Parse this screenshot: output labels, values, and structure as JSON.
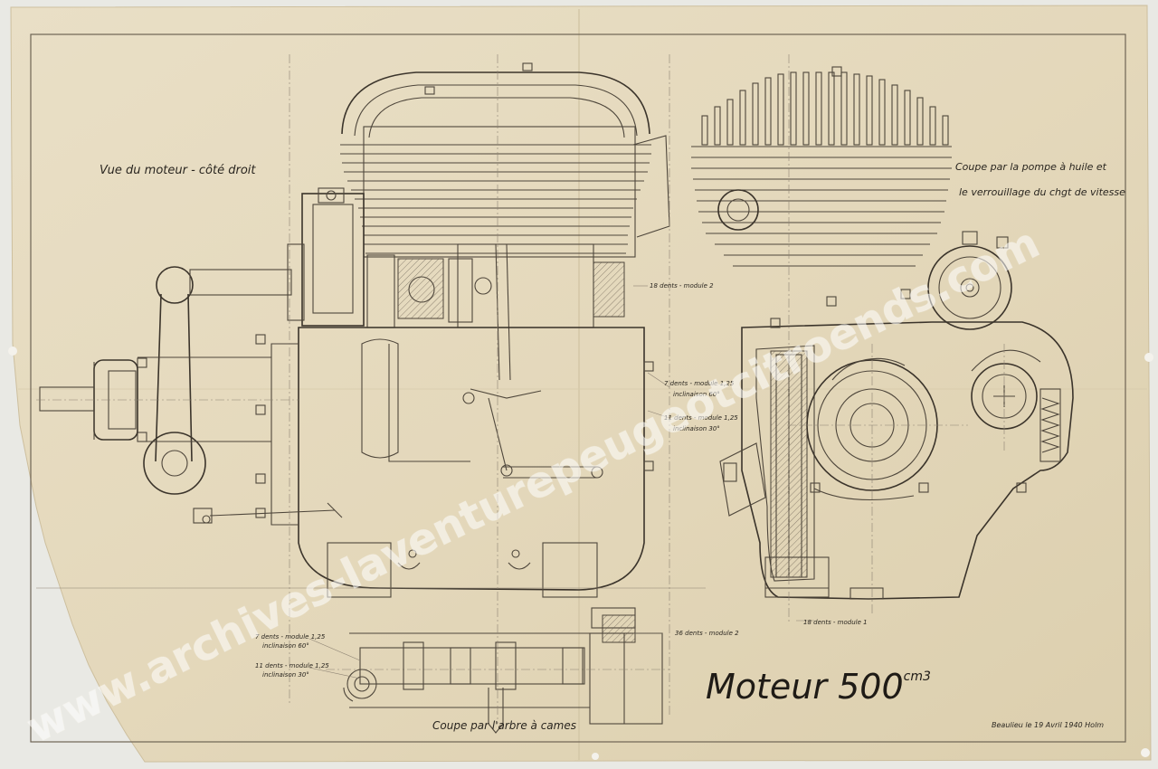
{
  "sheet": {
    "paper_color": "#e6dcc2",
    "ink_color": "#3b342b",
    "label_view_right": "Vue du moteur - côté droit",
    "label_section_oil_pump_line1": "Coupe par la pompe à huile et",
    "label_section_oil_pump_line2": "le verrouillage du chgt de vitesse",
    "label_section_camshaft": "Coupe par l'arbre à cames",
    "title_main": "Moteur 500",
    "title_unit": "cm3",
    "signature": "Beaulieu le 19 Avril 1940  Holm",
    "annotations": {
      "gear_18_module_2_top": "18 dents - module 2",
      "gear_7_module_125": "7 dents - module 1,25",
      "gear_7_inclination": "inclinaison 60°",
      "gear_11_module_125": "11 dents - module 1,25",
      "gear_11_inclination": "inclinaison 30°",
      "gear_18_module_1": "18 dents - module 1",
      "gear_36_module_2": "36 dents - module 2",
      "cam_7_module": "7 dents - module 1,25",
      "cam_7_incl": "inclinaison 60°",
      "cam_11_module": "11 dents - module 1,25",
      "cam_11_incl": "inclinaison 30°"
    }
  },
  "watermark": {
    "text": "www.archives-laventurepeugeotcitroends.com",
    "color": "#ffffff"
  }
}
